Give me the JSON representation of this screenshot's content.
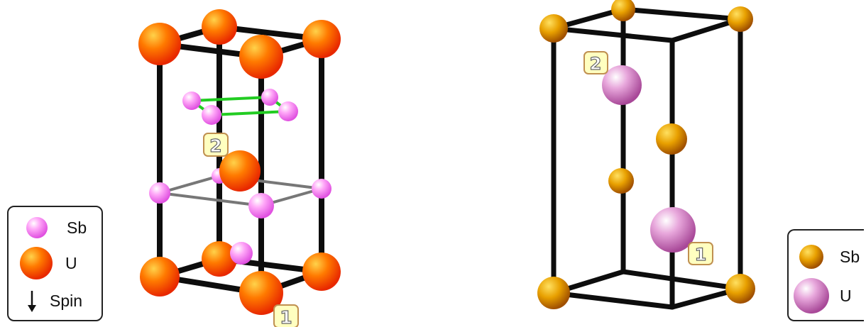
{
  "colors": {
    "bond": "#0d0d0d",
    "u_left": "#ff5a00",
    "sb_left": "#ff80f0",
    "sb_right": "#e09a00",
    "u_right": "#c860b0",
    "green_plane": "#22cc22",
    "gray_plane": "#777777",
    "label_fill": "#ffffc0",
    "label_border": "#c09050"
  },
  "left_structure": {
    "site_labels": [
      "2",
      "1"
    ]
  },
  "left_legend": {
    "items": [
      {
        "label": "Sb",
        "symbol": "sb-sphere-icon"
      },
      {
        "label": "U",
        "symbol": "u-sphere-icon"
      },
      {
        "label": "Spin",
        "symbol": "down-arrow-icon"
      }
    ]
  },
  "right_structure": {
    "site_labels": [
      "2",
      "1"
    ]
  },
  "right_legend": {
    "items": [
      {
        "label": "Sb",
        "symbol": "sb-sphere-icon"
      },
      {
        "label": "U",
        "symbol": "u-sphere-icon"
      }
    ]
  }
}
